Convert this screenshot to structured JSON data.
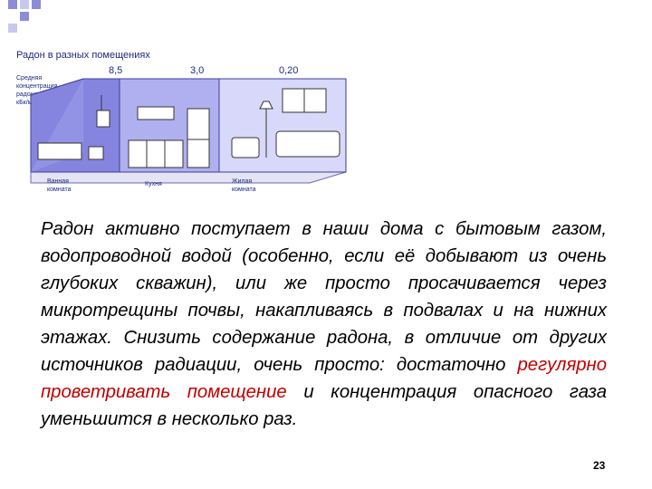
{
  "figure": {
    "title": "Радон в разных помещениях",
    "legend_label": [
      "Средняя",
      "концентрация",
      "радона",
      "кБк/м³"
    ],
    "values": [
      "8,5",
      "3,0",
      "0,20"
    ],
    "room_labels": {
      "bathroom": [
        "Ванная",
        "комната"
      ],
      "kitchen": [
        "Кухня"
      ],
      "living": [
        "Жилая",
        "комната"
      ]
    }
  },
  "paragraph": {
    "part1": "Радон активно поступает в наши дома с бытовым газом, водопроводной водой (особенно, если её добывают из очень глубоких скважин), или же просто просачивается через микротрещины почвы, накапливаясь в подвалах и на нижних этажах. Снизить содержание радона, в отличие от других источников радиации, очень просто: достаточно ",
    "highlight": "регулярно проветривать помещение",
    "part2": " и концентрация опасного газа уменьшится в несколько раз."
  },
  "page_number": "23",
  "colors": {
    "room_bathroom": "#8585e0",
    "room_kitchen": "#b0b0f0",
    "room_living": "#d8d8fa",
    "highlight": "#c00000",
    "deco": "#9999dd"
  }
}
